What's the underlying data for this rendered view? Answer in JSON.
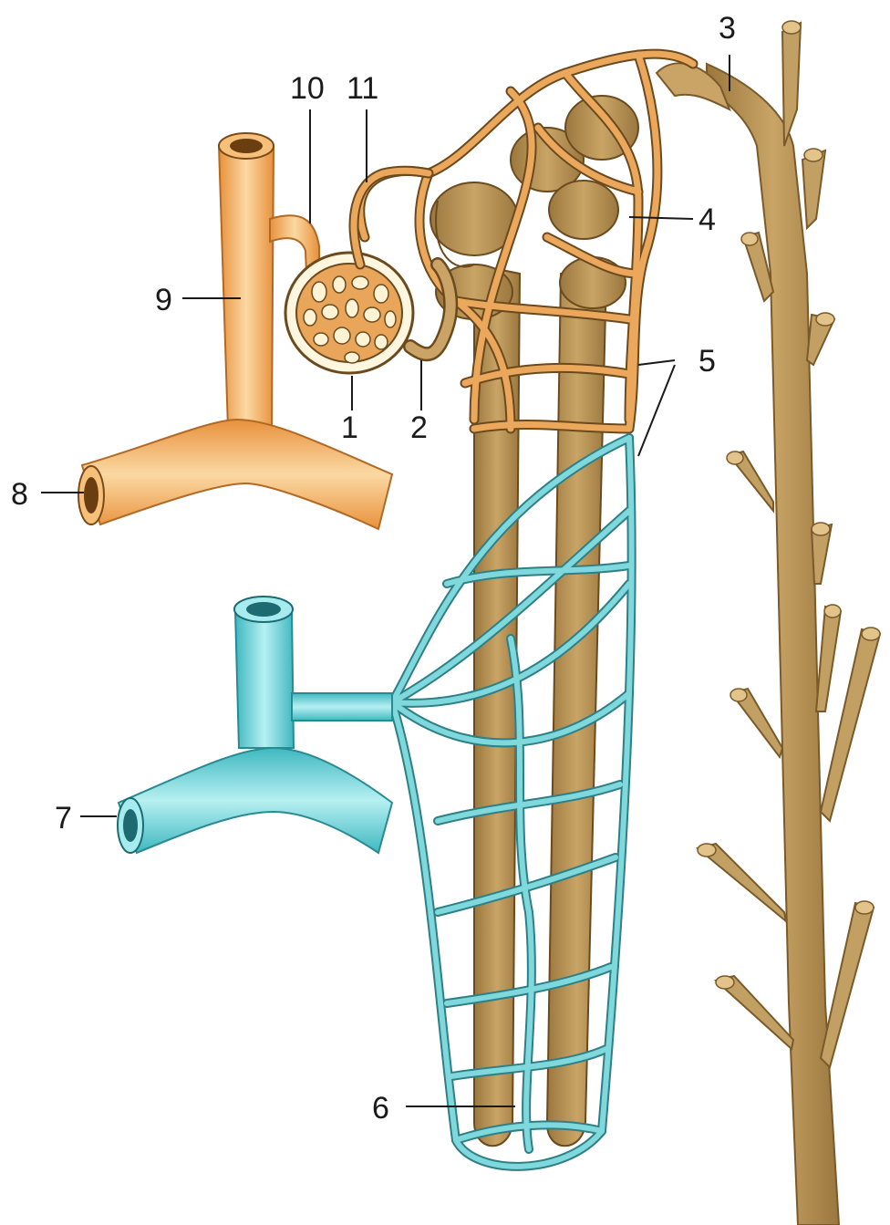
{
  "colors": {
    "artery": "#f2a85a",
    "artery_light": "#fad29a",
    "artery_dark": "#c77a30",
    "vein": "#5fd0d6",
    "vein_light": "#a6ecee",
    "vein_dark": "#2f9aa3",
    "tubule": "#b58f52",
    "tubule_light": "#cfae6e",
    "tubule_dark": "#8a6a36",
    "capillary_arterial": "#e6a55a",
    "capillary_venous": "#7fd3d6",
    "capillary_outline": "#6b4a1e",
    "label_text": "#1a1a1a"
  },
  "labels": [
    "1",
    "2",
    "3",
    "4",
    "5",
    "6",
    "7",
    "8",
    "9",
    "10",
    "11"
  ]
}
